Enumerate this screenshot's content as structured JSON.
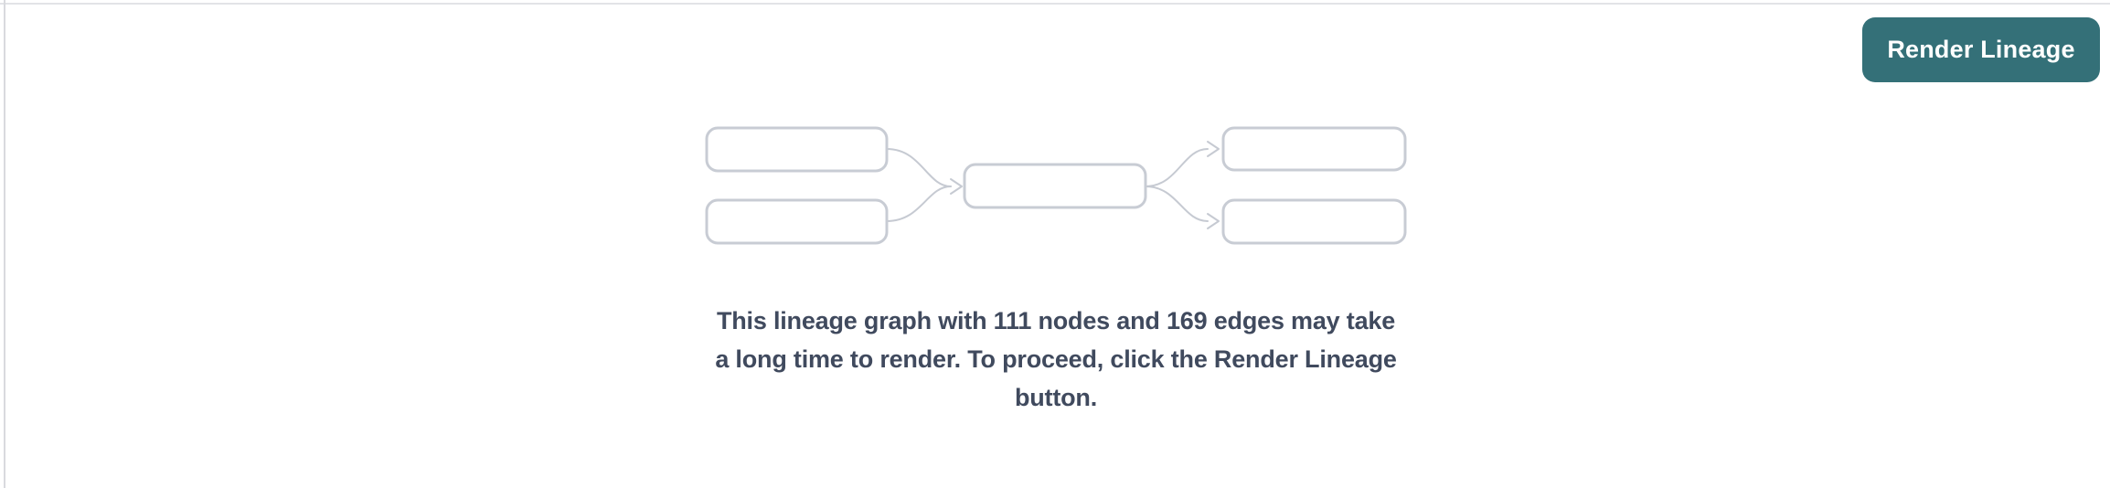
{
  "theme": {
    "accent": "#347078",
    "accent-text": "#ffffff",
    "divider": "#e2e3e7",
    "left-divider": "#d9dade",
    "box-stroke": "#c8ccd4",
    "arrow-stroke": "#c6cad2",
    "message-text": "#404a5e",
    "background": "#ffffff"
  },
  "toolbar": {
    "render_lineage_button_label": "Render Lineage"
  },
  "placeholder": {
    "message": "This lineage graph with 111 nodes and 169 edges may take a long time to render. To proceed, click the Render Lineage button.",
    "message_lines": [
      "This lineage graph with 111 nodes and 169 edges may take",
      "a long time to render. To proceed, click the Render Lineage",
      "button."
    ],
    "node_count": 111,
    "edge_count": 169,
    "illustration": "lineage-graph-icon"
  }
}
